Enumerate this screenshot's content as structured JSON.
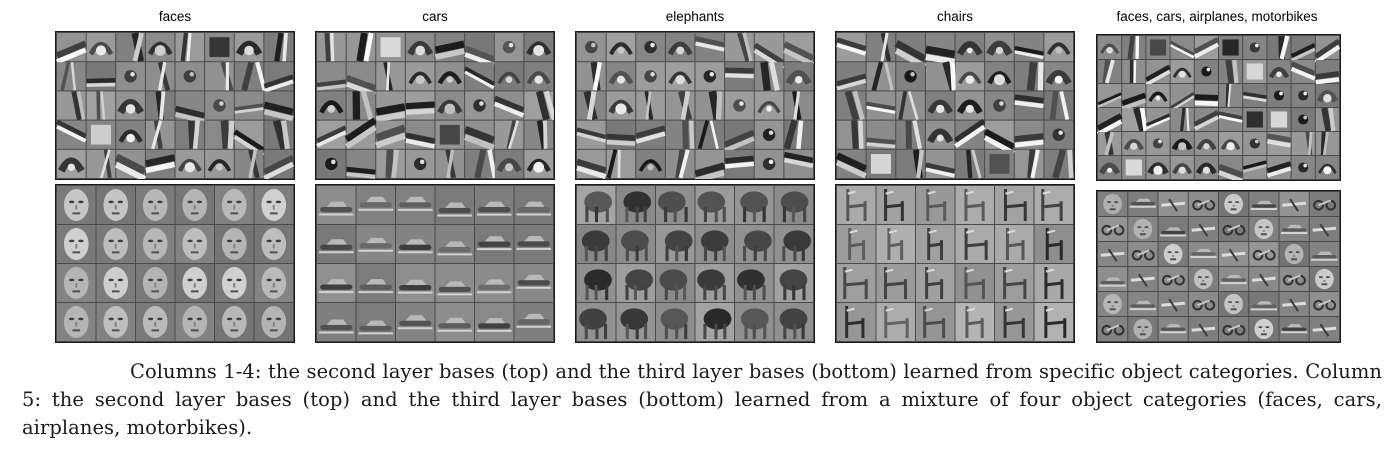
{
  "figure": {
    "columns": [
      {
        "title": "faces",
        "top_grid": {
          "rows": 5,
          "cols": 8
        },
        "bottom_grid": {
          "rows": 4,
          "cols": 6
        },
        "bottom_theme": "faces"
      },
      {
        "title": "cars",
        "top_grid": {
          "rows": 5,
          "cols": 8
        },
        "bottom_grid": {
          "rows": 4,
          "cols": 6
        },
        "bottom_theme": "cars"
      },
      {
        "title": "elephants",
        "top_grid": {
          "rows": 5,
          "cols": 8
        },
        "bottom_grid": {
          "rows": 4,
          "cols": 6
        },
        "bottom_theme": "elephants"
      },
      {
        "title": "chairs",
        "top_grid": {
          "rows": 5,
          "cols": 8
        },
        "bottom_grid": {
          "rows": 4,
          "cols": 6
        },
        "bottom_theme": "chairs"
      },
      {
        "title": "faces, cars, airplanes, motorbikes",
        "top_grid": {
          "rows": 6,
          "cols": 10
        },
        "bottom_grid": {
          "rows": 6,
          "cols": 8
        },
        "bottom_theme": "mixed"
      }
    ],
    "caption": "Columns 1-4: the second layer bases (top) and the third layer bases (bottom) learned from specific object categories. Column 5: the second layer bases (top) and the third layer bases (bottom) learned from a mixture of four object categories (faces, cars, airplanes, motorbikes)."
  }
}
